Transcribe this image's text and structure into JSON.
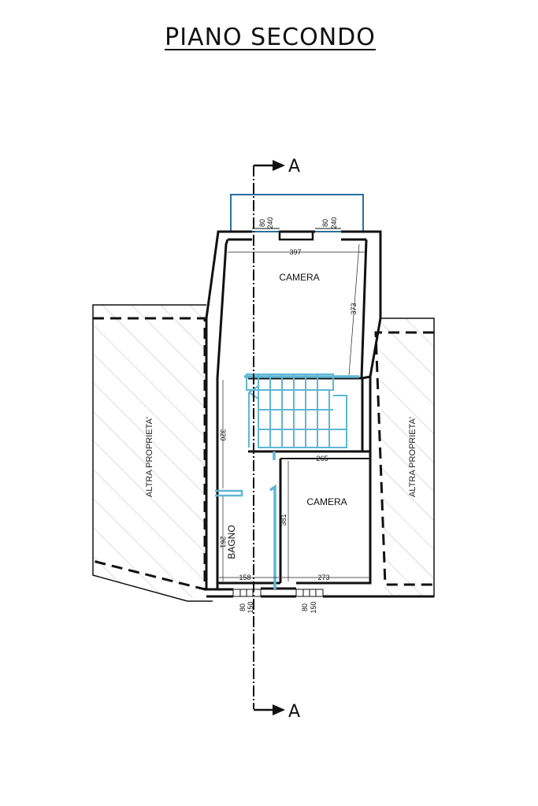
{
  "title": "PIANO SECONDO",
  "section_marker": {
    "top_letter": "A",
    "bottom_letter": "A"
  },
  "rooms": {
    "camera_top": "CAMERA",
    "camera_bottom": "CAMERA",
    "bagno": "BAGNO"
  },
  "adjacent": {
    "left": "ALTRA PROPRIETA'",
    "right": "ALTRA PROPRIETA'"
  },
  "dimensions": {
    "window_top_left_a": "80",
    "window_top_left_b": "240",
    "window_top_right_a": "80",
    "window_top_right_b": "240",
    "camera_top_width": "397",
    "camera_top_depth": "373",
    "stair_height": "320",
    "camera_bottom_top_width": "265",
    "camera_bottom_depth": "381",
    "bagno_depth": "261",
    "bagno_width": "158",
    "camera_bottom_width": "273",
    "window_bottom_left_a": "80",
    "window_bottom_left_b": "150",
    "window_bottom_right_a": "80",
    "window_bottom_right_b": "150"
  },
  "colors": {
    "wall": "#111111",
    "stair_highlight": "#5fb7d4",
    "hatch": "#bbbbbb"
  }
}
